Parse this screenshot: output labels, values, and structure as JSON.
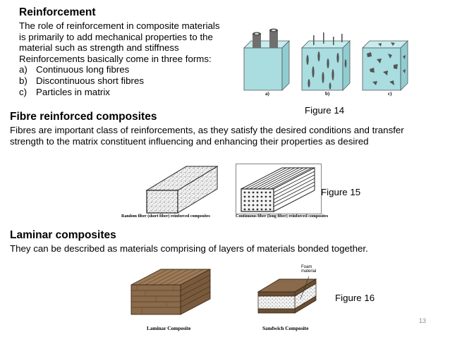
{
  "reinforcement": {
    "title": "Reinforcement",
    "lines": [
      "The role of reinforcement in composite materials",
      "is primarily to add mechanical properties to the",
      "material such as strength and stiffness",
      "Reinforcements basically come in three forms:"
    ],
    "list": [
      {
        "marker": "a)",
        "text": "Continuous long fibres"
      },
      {
        "marker": "b)",
        "text": "Discontinuous short fibres"
      },
      {
        "marker": "c)",
        "text": "Particles in matrix"
      }
    ]
  },
  "figure14": {
    "caption": "Figure 14",
    "labels": [
      "a)",
      "b)",
      "c)"
    ]
  },
  "fibre": {
    "title": "Fibre reinforced composites",
    "lines": [
      "Fibres are important class of reinforcements, as they satisfy the desired conditions and transfer",
      "strength to the matrix constituent influencing and enhancing their properties as desired"
    ]
  },
  "figure15": {
    "caption": "Figure 15",
    "left_label": "Random fiber (short fiber) reinforced composites",
    "right_label": "Continuous fiber (long fiber) reinforced composites"
  },
  "laminar": {
    "title": "Laminar composites",
    "line": "They can be described as materials comprising of layers of materials bonded together."
  },
  "figure16": {
    "caption": "Figure 16",
    "left_label": "Laminar Composite",
    "right_label": "Sandwich Composite",
    "foam_label_1": "Foam",
    "foam_label_2": "material"
  },
  "page_number": "13",
  "colors": {
    "matrix_blue": "#a9dde0",
    "fibre_gray": "#555555",
    "laminate_brown": "#8a6a4a"
  }
}
